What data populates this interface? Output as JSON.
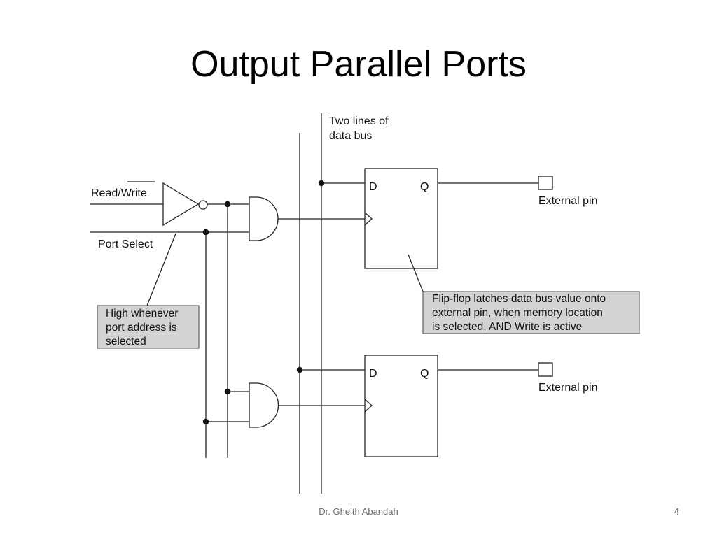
{
  "slide": {
    "title": "Output Parallel Ports",
    "footer_author": "Dr. Gheith Abandah",
    "page_number": "4"
  },
  "diagram": {
    "labels": {
      "read_write": "Read/Write",
      "port_select": "Port Select",
      "data_bus_line1": "Two lines of",
      "data_bus_line2": "data bus",
      "ff_top_d": "D",
      "ff_top_q": "Q",
      "ff_bottom_d": "D",
      "ff_bottom_q": "Q",
      "pin_top": "External pin",
      "pin_bottom": "External pin"
    },
    "note_port_select": {
      "line1": "High whenever",
      "line2": "port address is",
      "line3": "selected"
    },
    "note_flipflop": {
      "line1": "Flip-flop latches data bus value onto",
      "line2": "external pin, when memory location",
      "line3": "is selected, AND Write is active"
    },
    "callout_fill": "#d3d3d3"
  }
}
